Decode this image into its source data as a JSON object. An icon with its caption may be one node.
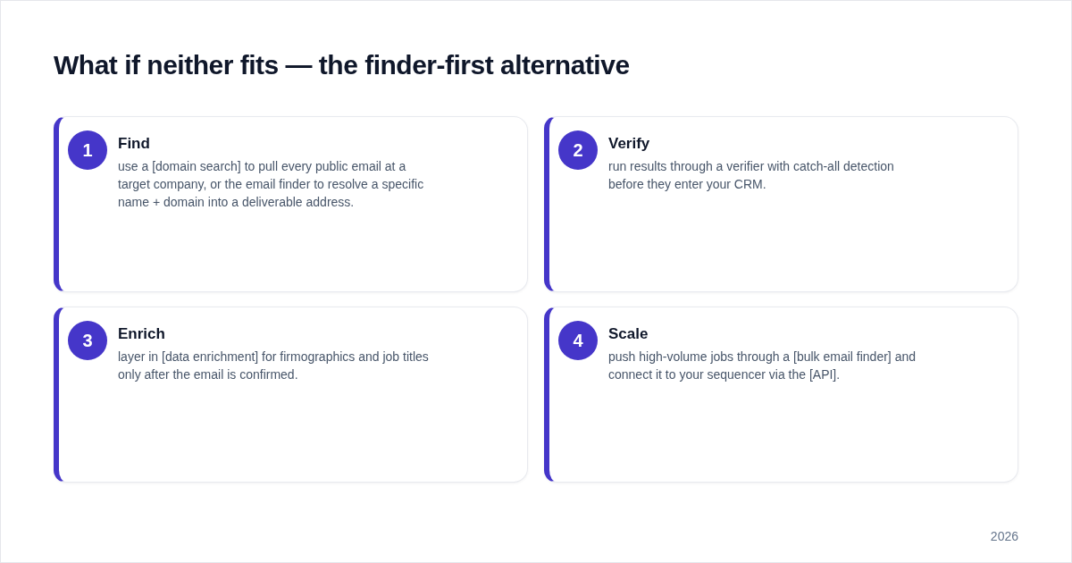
{
  "diagram": {
    "title": "What if neither fits — the finder-first alternative",
    "nodes": [
      {
        "text": [
          "Find",
          "use a [domain search] to pull every public email at a target company, or the email finder to resolve a specific name + domain into a deliverable address."
        ]
      },
      {
        "text": [
          "1"
        ],
        "in": 0
      },
      {
        "text": [
          "Verify",
          "run results through a verifier with catch-all detection before they enter your CRM."
        ]
      },
      {
        "text": [
          "2"
        ],
        "in": 2
      },
      {
        "text": [
          "Enrich",
          "layer in [data enrichment] for firmographics and job titles only after the email is confirmed."
        ]
      },
      {
        "text": [
          "3"
        ],
        "in": 4
      },
      {
        "text": [
          "Scale",
          "push high-volume jobs through a [bulk email finder] and connect it to your sequencer via the [API]."
        ]
      },
      {
        "text": [
          "4"
        ],
        "in": 6
      }
    ],
    "edges": [],
    "labels": [
      "2026"
    ]
  }
}
